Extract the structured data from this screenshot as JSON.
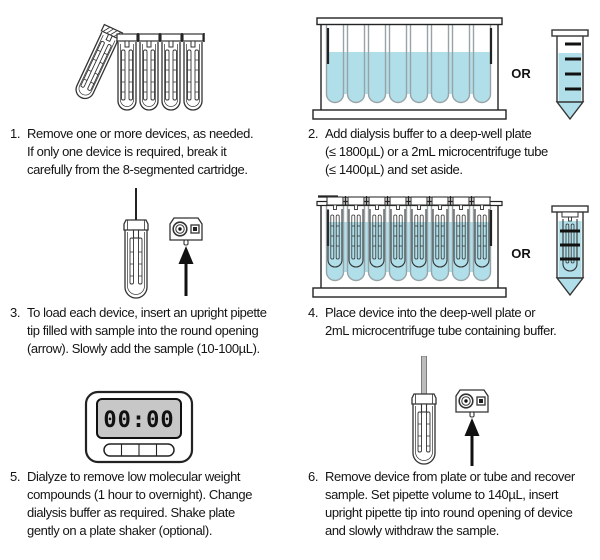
{
  "figure": {
    "kind": "dialysis-device-protocol-diagram",
    "steps_count": 6
  },
  "colors": {
    "buffer_blue": "#b1dfe9",
    "line_dark": "#333333",
    "well_wall_gray": "#98a3a8",
    "lcd_gray": "#c7c7c7",
    "pipette_gray": "#bcbcbc"
  },
  "labels": {
    "or": "OR",
    "timer_display": "00:00"
  },
  "icons": {
    "cartridge": "8-segmented dialysis device cartridge with one device broken off",
    "plate": "deep-well plate filled with dialysis buffer",
    "tube": "2mL microcentrifuge tube with graduation marks",
    "device_loading": "dialysis device with upright pipette tip inserted",
    "cap_top_view": "device cap top view with round opening and square vent",
    "arrow": "up arrow pointing at round opening",
    "timer": "digital timer"
  },
  "steps": [
    {
      "num": "1.",
      "text": "Remove one or more devices, as needed.\nIf only one device is required, break it\ncarefully from the 8-segmented cartridge."
    },
    {
      "num": "2.",
      "text": "Add dialysis buffer to a deep-well plate\n(≤ 1800µL) or a 2mL microcentrifuge tube\n(≤ 1400µL) and set aside."
    },
    {
      "num": "3.",
      "text": "To load each device, insert an upright pipette\ntip filled with sample into the round opening\n(arrow). Slowly add the sample (10-100µL)."
    },
    {
      "num": "4.",
      "text": "Place device into the deep-well plate or\n2mL microcentrifuge tube containing buffer."
    },
    {
      "num": "5.",
      "text": "Dialyze to remove low molecular weight\ncompounds (1 hour to overnight). Change\ndialysis buffer as required. Shake plate\ngently on a plate shaker (optional)."
    },
    {
      "num": "6.",
      "text": "Remove device from plate or tube and recover\nsample. Set pipette volume to 140µL, insert\nupright pipette tip into round opening of device\nand slowly withdraw the sample."
    }
  ]
}
